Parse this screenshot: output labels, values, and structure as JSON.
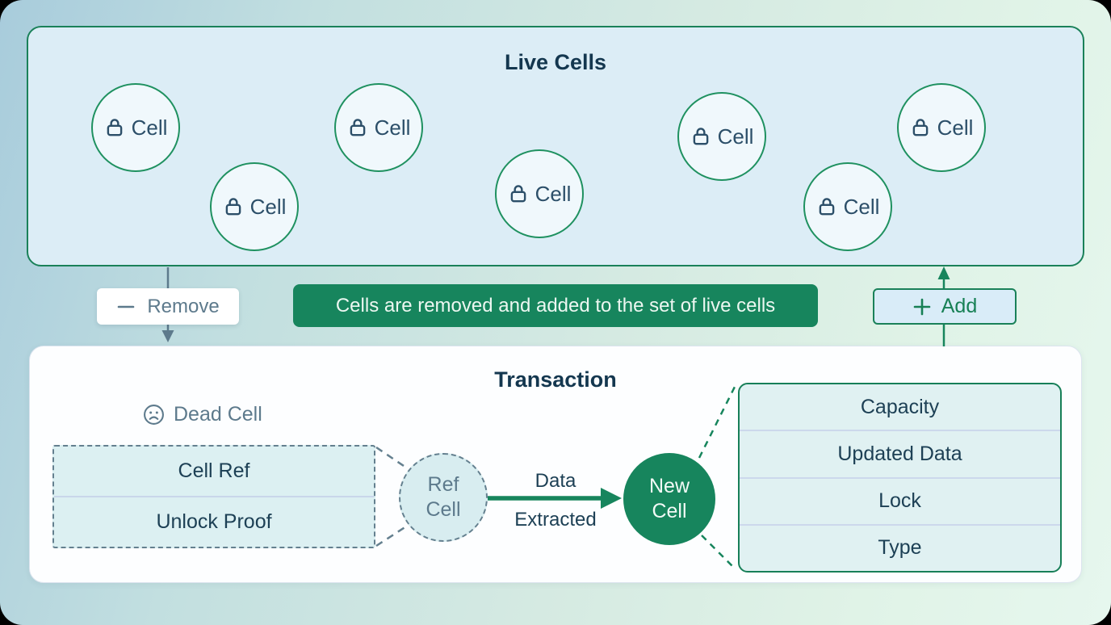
{
  "colors": {
    "accent_green": "#17855d",
    "border_green": "#1a8159",
    "circle_green": "#1f9160",
    "slate": "#5d7a8c",
    "navy_text": "#1d4055",
    "title_navy": "#14374f",
    "live_panel_bg": "#dcedf6",
    "cell_bg": "#f0f8fc",
    "cyan_bg": "#dcf0f2",
    "add_btn_bg": "#d9ecf8"
  },
  "live_cells_panel": {
    "title": "Live Cells",
    "cells": [
      "Cell",
      "Cell",
      "Cell",
      "Cell",
      "Cell",
      "Cell",
      "Cell"
    ]
  },
  "flow": {
    "remove_button": {
      "label": "Remove",
      "icon": "minus-icon"
    },
    "banner": "Cells are removed and added to the set of live cells",
    "add_button": {
      "label": "Add",
      "icon": "plus-icon"
    }
  },
  "transaction_panel": {
    "title": "Transaction",
    "dead_cell_label": "Dead Cell",
    "input_box": {
      "rows": [
        "Cell Ref",
        "Unlock Proof"
      ]
    },
    "ref_cell": {
      "line1": "Ref",
      "line2": "Cell"
    },
    "arrow_label": {
      "line1": "Data",
      "line2": "Extracted"
    },
    "new_cell": {
      "line1": "New",
      "line2": "Cell"
    },
    "output_table": {
      "rows": [
        "Capacity",
        "Updated Data",
        "Lock",
        "Type"
      ]
    }
  }
}
